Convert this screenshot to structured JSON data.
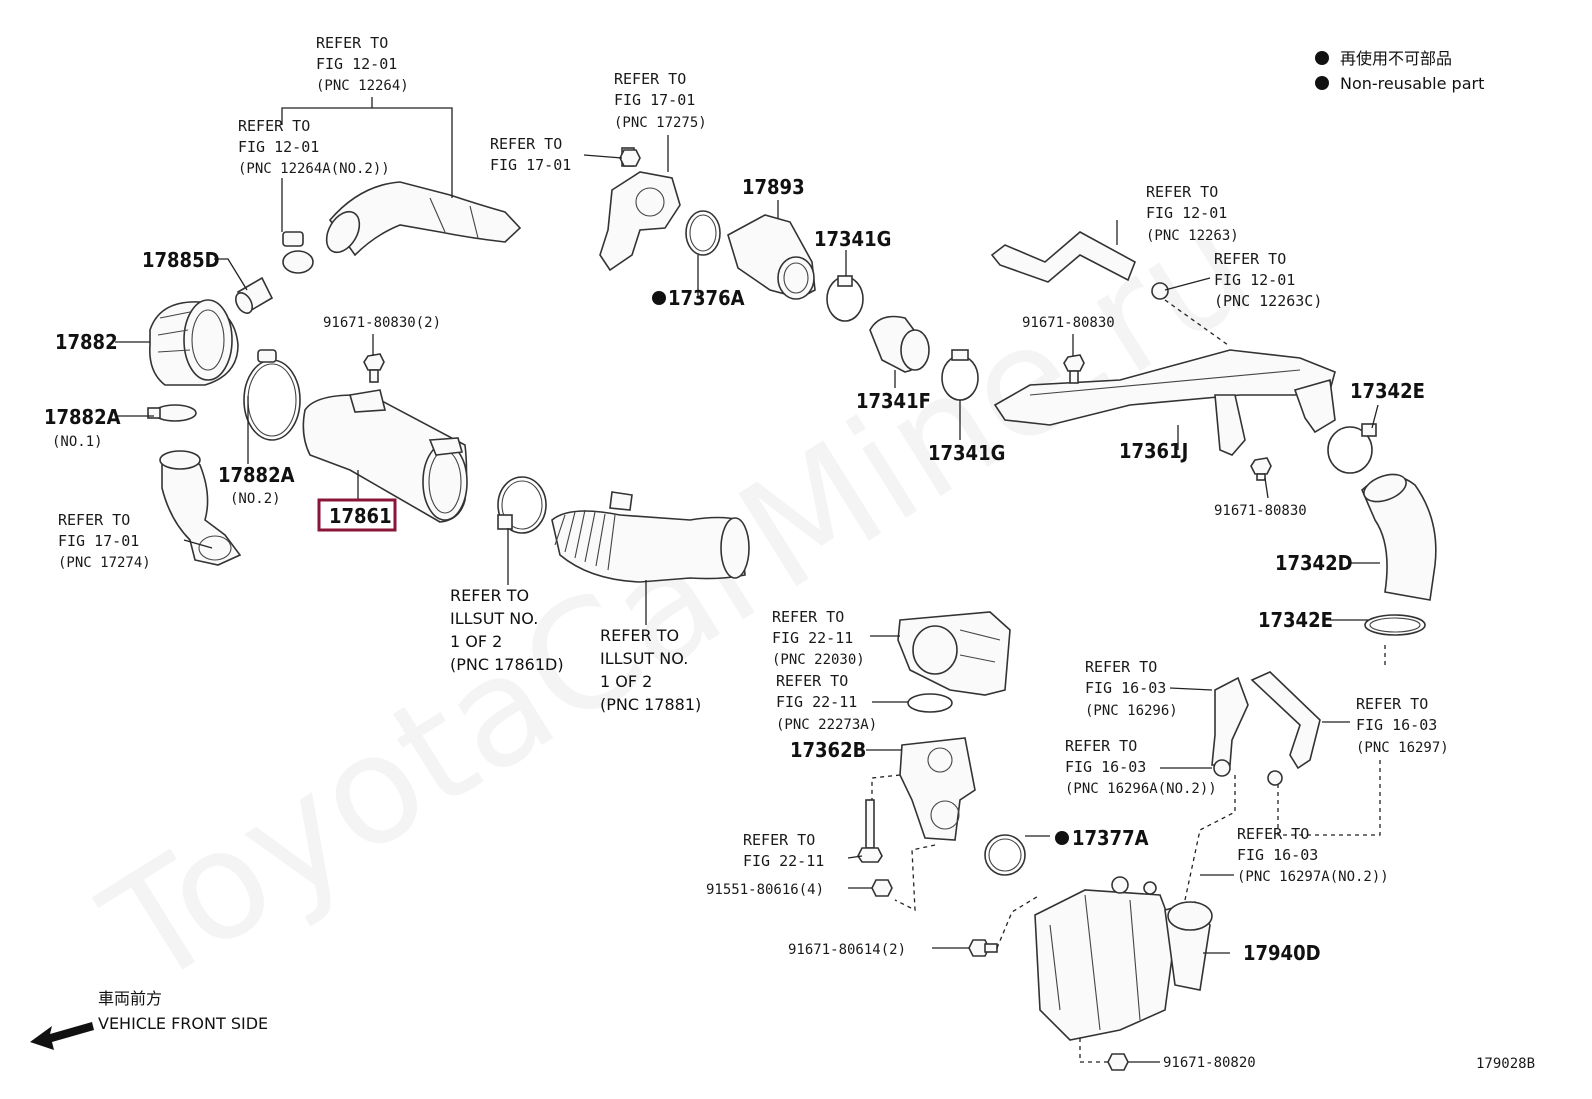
{
  "watermark": "ToyotaCarMine.ru",
  "legend": {
    "jp": "再使用不可部品",
    "en": "Non-reusable part"
  },
  "front": {
    "jp": "車両前方",
    "en": "VEHICLE FRONT SIDE"
  },
  "figure_code": "179028B",
  "highlighted_part": "17861",
  "refs": {
    "r12264": [
      "REFER TO",
      "FIG 12-01",
      "(PNC 12264)"
    ],
    "r12264a": [
      "REFER TO",
      "FIG 12-01",
      "(PNC 12264A(NO.2))"
    ],
    "r17275": [
      "REFER TO",
      "FIG 17-01",
      "(PNC 17275)"
    ],
    "r1701": [
      "REFER TO",
      "FIG 17-01"
    ],
    "r12263": [
      "REFER TO",
      "FIG 12-01",
      "(PNC 12263)"
    ],
    "r12263c": [
      "REFER TO",
      "FIG 12-01",
      "(PNC 12263C)"
    ],
    "r17274": [
      "REFER TO",
      "FIG 17-01",
      "(PNC 17274)"
    ],
    "r17861d": [
      "REFER TO",
      "ILLSUT NO.",
      "1 OF 2",
      "(PNC 17861D)"
    ],
    "r17881": [
      "REFER TO",
      "ILLSUT NO.",
      "1 OF 2",
      "(PNC 17881)"
    ],
    "r22030": [
      "REFER TO",
      "FIG 22-11",
      "(PNC 22030)"
    ],
    "r22273a": [
      "REFER TO",
      "FIG 22-11",
      "(PNC 22273A)"
    ],
    "r16296": [
      "REFER TO",
      "FIG 16-03",
      "(PNC 16296)"
    ],
    "r16297": [
      "REFER TO",
      "FIG 16-03",
      "(PNC 16297)"
    ],
    "r16296a": [
      "REFER TO",
      "FIG 16-03",
      "(PNC 16296A(NO.2))"
    ],
    "r16297a": [
      "REFER TO",
      "FIG 16-03",
      "(PNC 16297A(NO.2))"
    ],
    "r2211": [
      "REFER TO",
      "FIG 22-11"
    ]
  },
  "parts": {
    "p17885D": "17885D",
    "p17882": "17882",
    "p17882A1": "17882A",
    "p17882A1_sub": "(NO.1)",
    "p17882A2": "17882A",
    "p17882A2_sub": "(NO.2)",
    "p17893": "17893",
    "p17376A": "17376A",
    "p17341G1": "17341G",
    "p17341F": "17341F",
    "p17341G2": "17341G",
    "p17361J": "17361J",
    "p17342E1": "17342E",
    "p17342D": "17342D",
    "p17342E2": "17342E",
    "p17362B": "17362B",
    "p17377A": "17377A",
    "p17940D": "17940D",
    "b91671_80830_2": "91671-80830(2)",
    "b91671_80830_a": "91671-80830",
    "b91671_80830_b": "91671-80830",
    "b91551_80616_4": "91551-80616(4)",
    "b91671_80614_2": "91671-80614(2)",
    "b91671_80820": "91671-80820"
  }
}
